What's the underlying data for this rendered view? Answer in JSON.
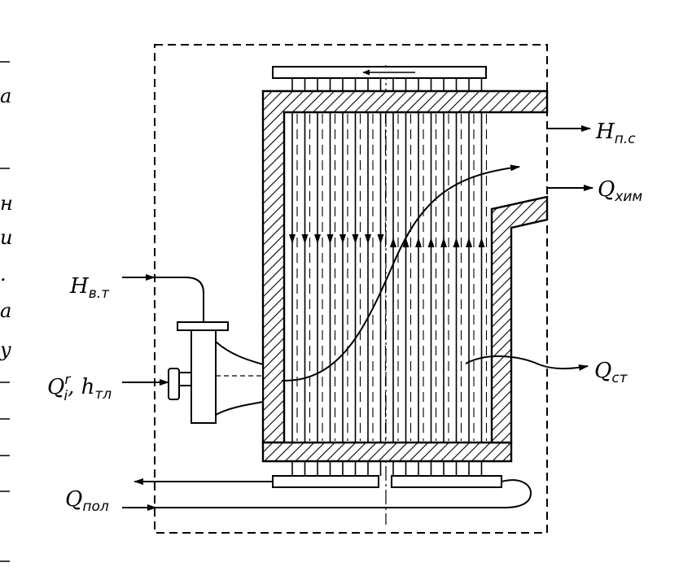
{
  "labels": {
    "h_vt": {
      "main": "H",
      "sub": "в.т"
    },
    "q_input": {
      "main": "Q",
      "sup": "r",
      "sub_i": "i",
      "main2": ", h",
      "sub": "тл"
    },
    "h_ps": {
      "main": "H",
      "sub": "п.с"
    },
    "q_chem": {
      "main": "Q",
      "sub": "хим"
    },
    "q_st": {
      "main": "Q",
      "sub": "ст"
    },
    "q_pol": {
      "main": "Q",
      "sub": "пол"
    }
  },
  "edge_fragments": [
    "a",
    "н",
    "и",
    ".",
    "a",
    "y"
  ],
  "colors": {
    "ink": "#000000",
    "paper": "#ffffff"
  }
}
